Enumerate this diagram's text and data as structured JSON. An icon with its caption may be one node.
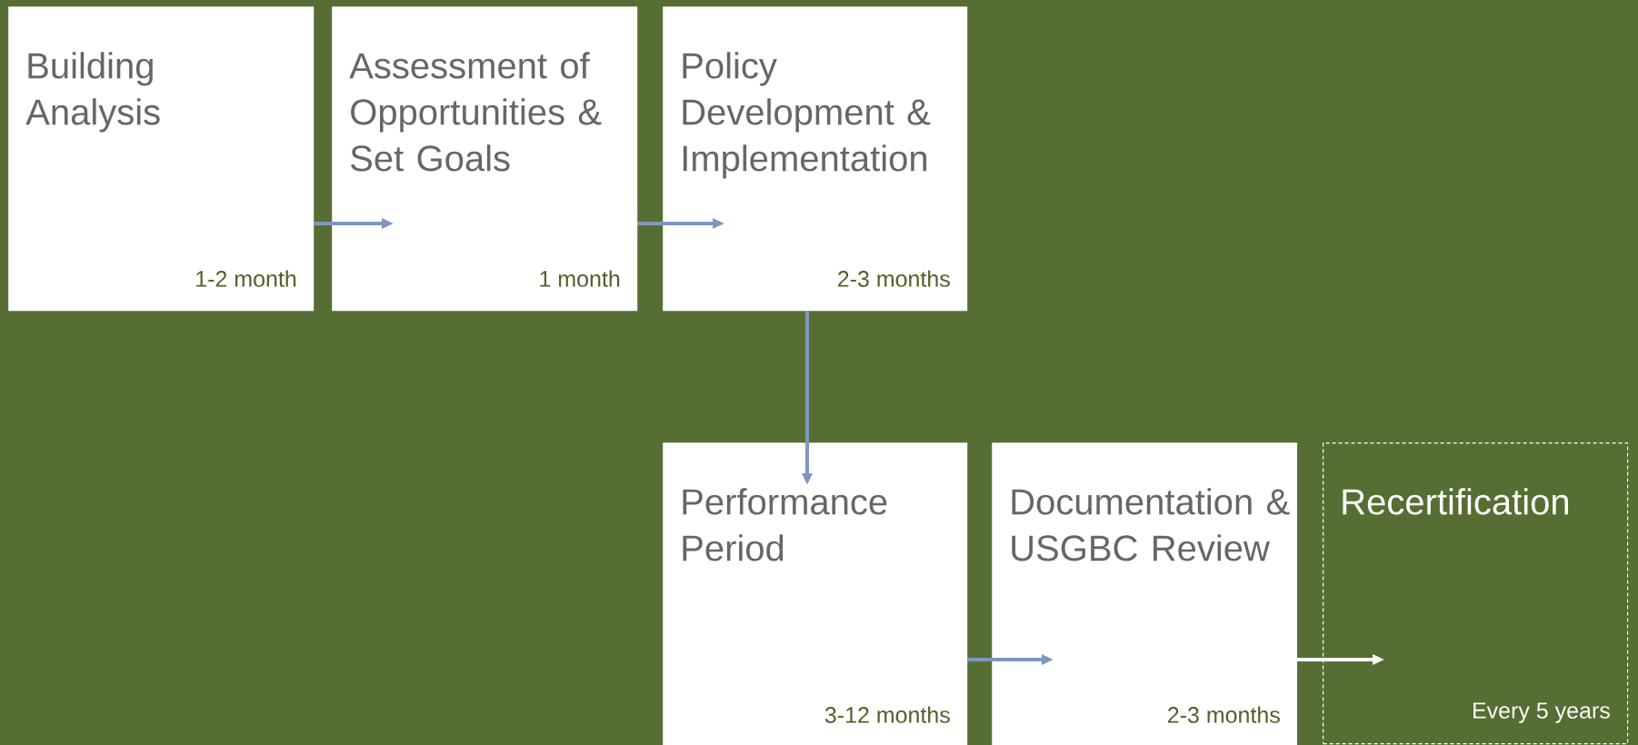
{
  "diagram": {
    "nodes": [
      {
        "text": [
          "Building Analysis",
          "1-2 month"
        ]
      },
      {
        "text": [
          "Assessment of Opportunities & Set Goals",
          "1 month"
        ]
      },
      {
        "text": [
          "Policy Development & Implementation",
          "2-3 months"
        ]
      },
      {
        "text": [
          "Performance Period",
          "3-12 months"
        ]
      },
      {
        "text": [
          "Documentation & USGBC Review",
          "2-3 months"
        ]
      },
      {
        "text": [
          "Recertification",
          "Every 5 years"
        ]
      }
    ],
    "edges": [
      {
        "from": 0,
        "to": 1,
        "arrow": "to"
      },
      {
        "from": 1,
        "to": 2,
        "arrow": "to"
      },
      {
        "from": 2,
        "to": 3,
        "arrow": "to"
      },
      {
        "from": 3,
        "to": 4,
        "arrow": "to"
      },
      {
        "from": 4,
        "to": 5,
        "arrow": "to",
        "color": "#ffffff"
      }
    ]
  }
}
